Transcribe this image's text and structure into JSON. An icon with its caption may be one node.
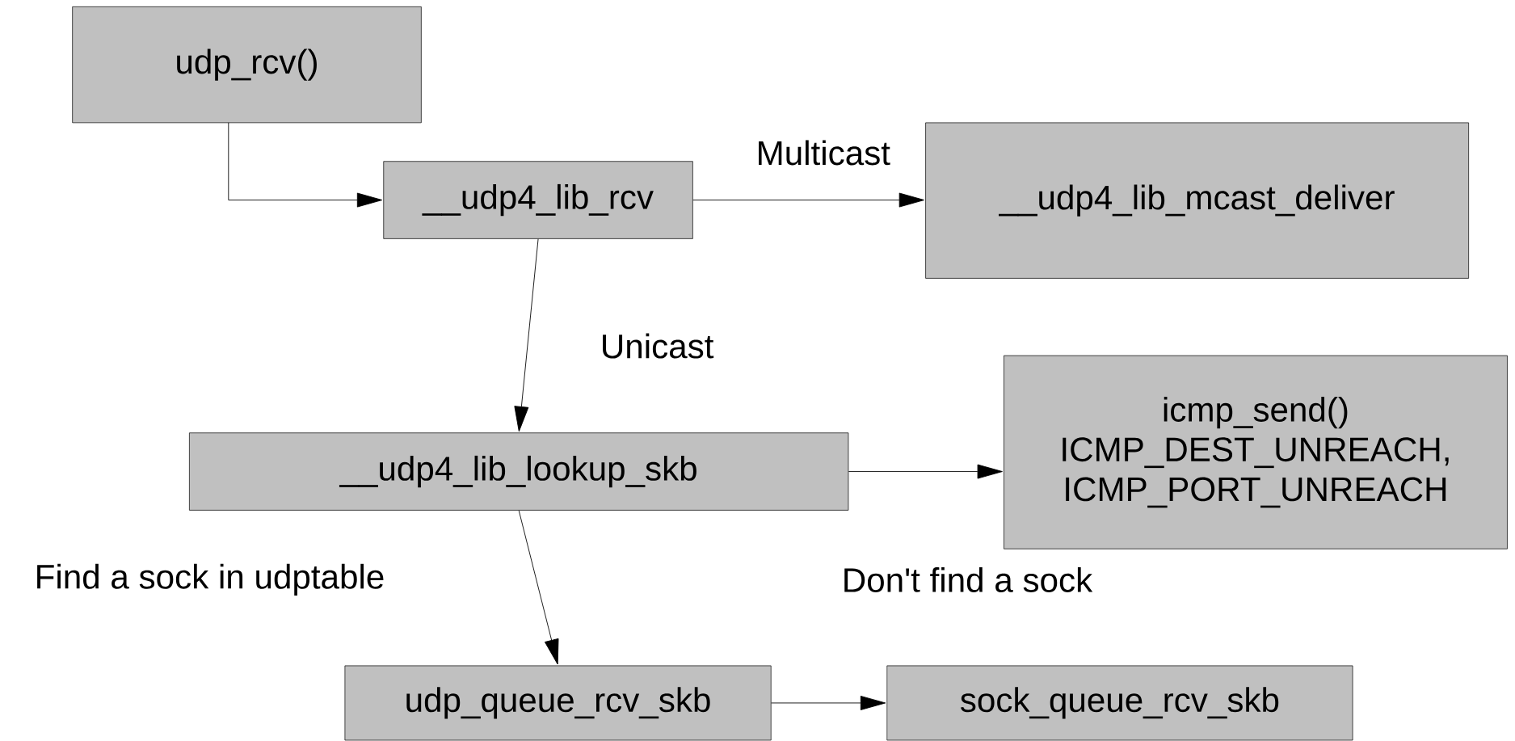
{
  "diagram": {
    "nodes": [
      {
        "text": [
          "udp_rcv()"
        ]
      },
      {
        "text": [
          "__udp4_lib_rcv"
        ]
      },
      {
        "text": [
          "__udp4_lib_mcast_deliver"
        ]
      },
      {
        "text": [
          "__udp4_lib_lookup_skb"
        ]
      },
      {
        "text": [
          "icmp_send() ICMP_DEST_UNREACH, ICMP_PORT_UNREACH"
        ]
      },
      {
        "text": [
          "udp_queue_rcv_skb"
        ]
      },
      {
        "text": [
          "sock_queue_rcv_skb"
        ]
      }
    ],
    "edges": [
      {
        "from": 0,
        "to": 1,
        "arrow": "to"
      },
      {
        "from": 1,
        "to": 2,
        "arrow": "to",
        "label": "Multicast"
      },
      {
        "from": 1,
        "to": 3,
        "arrow": "to",
        "label": "Unicast"
      },
      {
        "from": 3,
        "to": 4,
        "arrow": "to",
        "label": "Don't find a sock"
      },
      {
        "from": 3,
        "to": 5,
        "arrow": "to",
        "label": "Find a sock in udptable"
      },
      {
        "from": 5,
        "to": 6,
        "arrow": "to"
      }
    ]
  }
}
